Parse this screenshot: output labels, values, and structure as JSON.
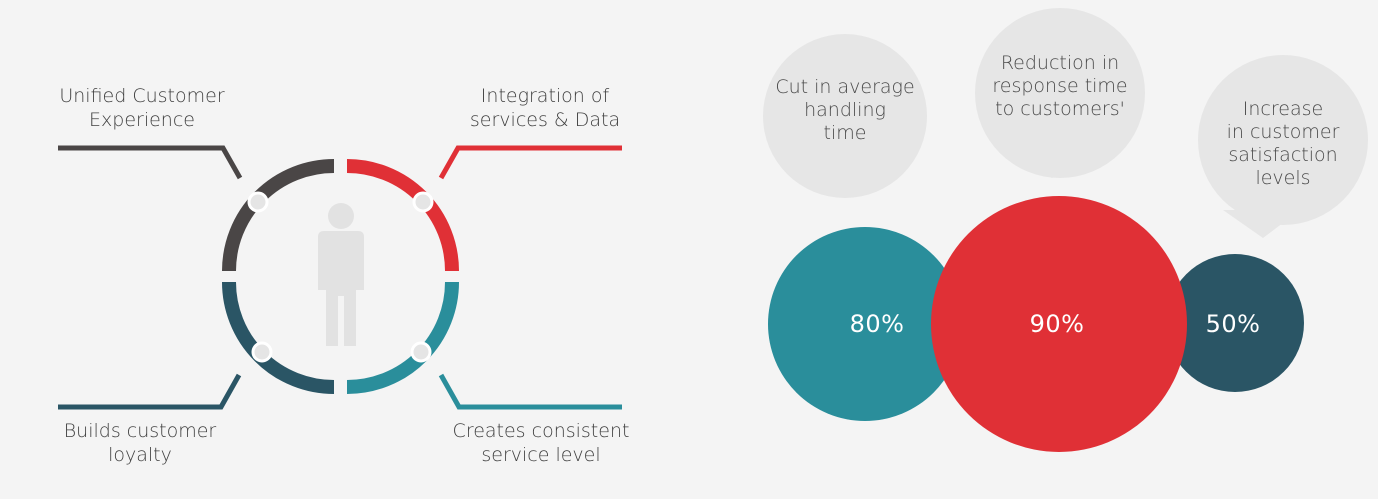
{
  "colors": {
    "background": "#f4f4f4",
    "dark_gray": "#4a4646",
    "red": "#e03036",
    "teal": "#2a8e9b",
    "dark_teal": "#2a5565",
    "bubble_gray": "#e6e6e6",
    "figure_gray": "#e2e2e2"
  },
  "diagram": {
    "center_icon": "person-icon",
    "labels": {
      "top_left": [
        "Unified Customer",
        "Experience"
      ],
      "top_right": [
        "Integration of",
        "services & Data"
      ],
      "bottom_left": [
        "Builds customer",
        "loyalty"
      ],
      "bottom_right": [
        "Creates consistent",
        "service level"
      ]
    }
  },
  "stats": [
    {
      "bubble": [
        "Cut in average",
        "handling",
        "time"
      ],
      "value": "80%"
    },
    {
      "bubble": [
        "Reduction in",
        "response time",
        "to customers'"
      ],
      "value": "90%"
    },
    {
      "bubble": [
        "Increase",
        "in customer",
        "satisfaction",
        "levels"
      ],
      "value": "50%"
    }
  ]
}
